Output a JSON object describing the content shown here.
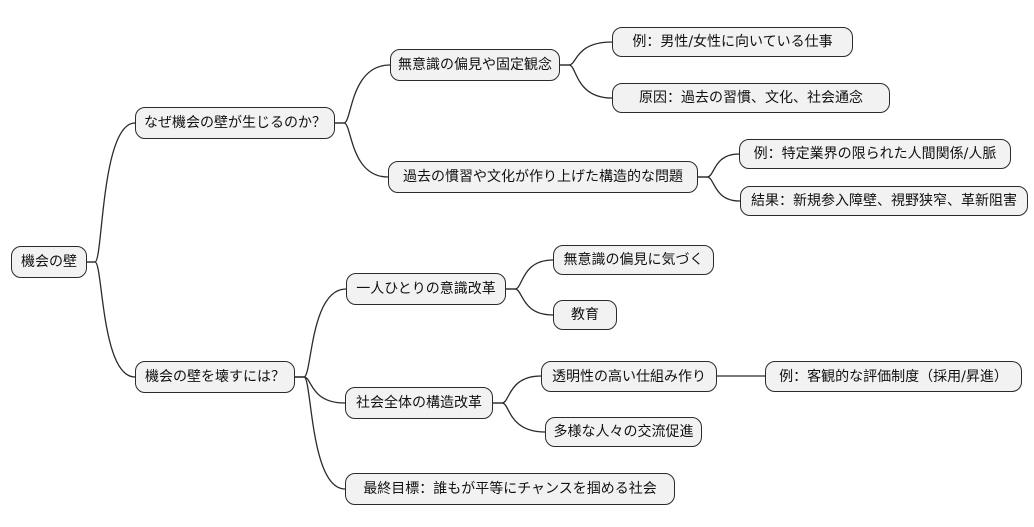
{
  "diagram": {
    "type": "mindmap",
    "direction": "left-to-right",
    "colors": {
      "background": "#ffffff",
      "node_fill": "#f2f2f2",
      "node_border": "#2b2b2b",
      "edge": "#2b2b2b",
      "text": "#111111"
    },
    "root": {
      "label": "機会の壁",
      "children": [
        {
          "label": "なぜ機会の壁が生じるのか？",
          "children": [
            {
              "label": "無意識の偏見や固定観念",
              "children": [
                {
                  "label": "例：男性/女性に向いている仕事"
                },
                {
                  "label": "原因：過去の習慣、文化、社会通念"
                }
              ]
            },
            {
              "label": "過去の慣習や文化が作り上げた構造的な問題",
              "children": [
                {
                  "label": "例：特定業界の限られた人間関係/人脈"
                },
                {
                  "label": "結果：新規参入障壁、視野狭窄、革新阻害"
                }
              ]
            }
          ]
        },
        {
          "label": "機会の壁を壊すには？",
          "children": [
            {
              "label": "一人ひとりの意識改革",
              "children": [
                {
                  "label": "無意識の偏見に気づく"
                },
                {
                  "label": "教育"
                }
              ]
            },
            {
              "label": "社会全体の構造改革",
              "children": [
                {
                  "label": "透明性の高い仕組み作り",
                  "children": [
                    {
                      "label": "例：客観的な評価制度（採用/昇進）"
                    }
                  ]
                },
                {
                  "label": "多様な人々の交流促進"
                }
              ]
            },
            {
              "label": "最終目標：誰もが平等にチャンスを掴める社会"
            }
          ]
        }
      ]
    }
  }
}
